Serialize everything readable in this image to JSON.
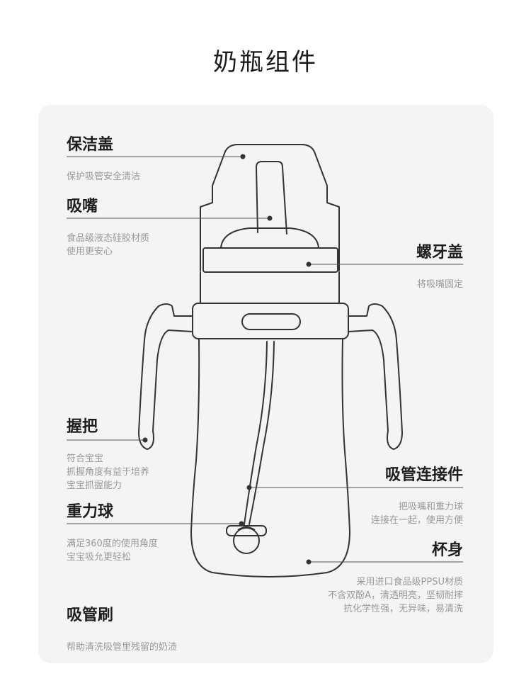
{
  "title": "奶瓶组件",
  "components": {
    "cap": {
      "name": "保洁盖",
      "desc": [
        "保护吸管安全清洁"
      ]
    },
    "nipple": {
      "name": "吸嘴",
      "desc": [
        "食品级液态硅胶材质",
        "使用更安心"
      ]
    },
    "screw_cap": {
      "name": "螺牙盖",
      "desc": [
        "将吸嘴固定"
      ]
    },
    "handle": {
      "name": "握把",
      "desc": [
        "符合宝宝",
        "抓握角度有益于培养",
        "宝宝抓握能力"
      ]
    },
    "connector": {
      "name": "吸管连接件",
      "desc": [
        "把吸嘴和重力球",
        "连接在一起，使用方便"
      ]
    },
    "gravity_ball": {
      "name": "重力球",
      "desc": [
        "满足360度的使用角度",
        "宝宝吸允更轻松"
      ]
    },
    "body": {
      "name": "杯身",
      "desc": [
        "采用进口食品级PPSU材质",
        "不含双酚A，清透明亮，坚韧耐摔",
        "抗化学性强，无异味，易清洗"
      ]
    },
    "brush": {
      "name": "吸管刷",
      "desc": [
        "帮助清洗吸管里残留的奶渍"
      ]
    }
  },
  "colors": {
    "line": "#333333",
    "leader": "#555555",
    "panel": "#f4f4f4",
    "desc_text": "#9a9a9a"
  }
}
